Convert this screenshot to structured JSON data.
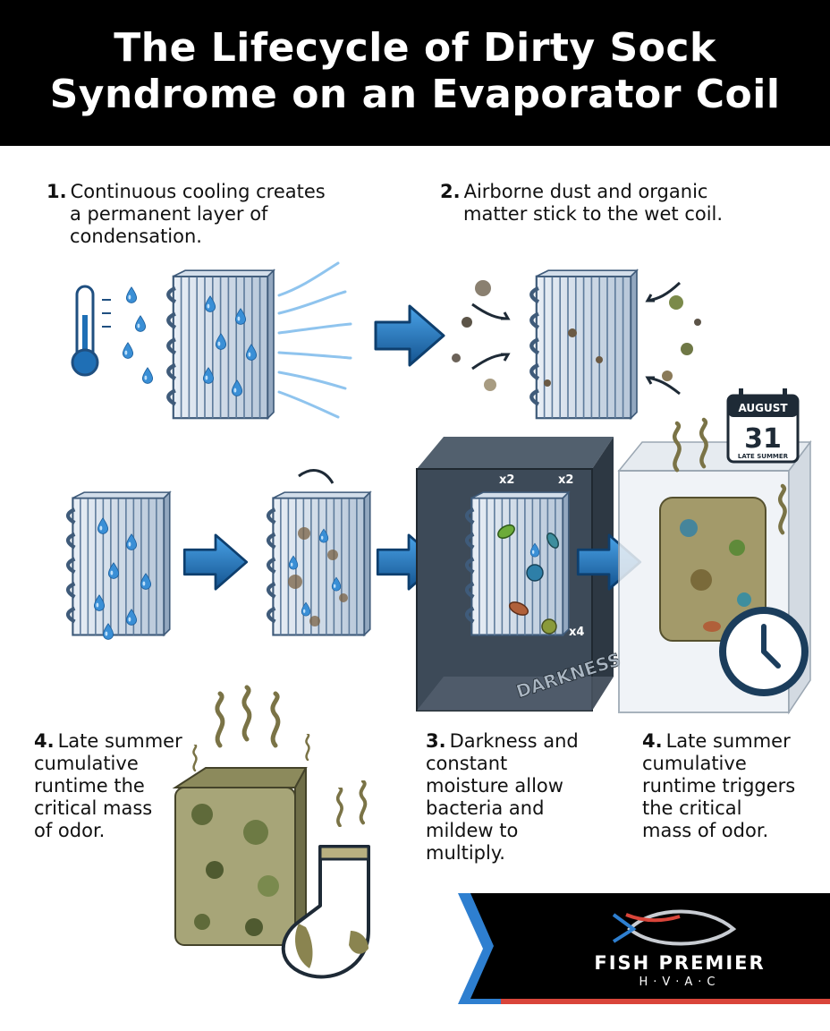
{
  "title": {
    "line1": "The Lifecycle of Dirty Sock",
    "line2": "Syndrome on an Evaporator Coil"
  },
  "steps": [
    {
      "number": "1.",
      "lines": [
        "Continuous cooling creates",
        "a permanent layer of",
        "condensation."
      ]
    },
    {
      "number": "2.",
      "lines": [
        "Airborne dust and organic",
        "matter stick to the wet coil."
      ]
    },
    {
      "number": "4.",
      "lines": [
        "Late summer",
        "cumulative",
        "runtime the",
        "critical mass",
        "of odor."
      ]
    },
    {
      "number": "3.",
      "lines": [
        "Darkness and",
        "constant",
        "moisture allow",
        "bacteria and",
        "mildew to",
        "multiply."
      ]
    },
    {
      "number": "4.",
      "lines": [
        "Late summer",
        "cumulative",
        "runtime triggers",
        "the critical",
        "mass of odor."
      ]
    }
  ],
  "calendar": {
    "month": "AUGUST",
    "day": "31",
    "caption": "LATE SUMMER"
  },
  "dark_box": {
    "label": "DARKNESS",
    "multipliers": [
      "x2",
      "x2",
      "x4"
    ]
  },
  "logo": {
    "name": "FISH PREMIER",
    "sub": "H·V·A·C"
  },
  "icons": [
    "thermometer-icon",
    "water-drop-icon",
    "arrow-right-icon",
    "calendar-icon",
    "clock-icon",
    "odor-wave-icon",
    "sock-icon",
    "bacteria-icon",
    "fish-logo-icon"
  ],
  "colors": {
    "banner": "#000000",
    "arrow_blue": "#1f6fb5",
    "coil_blue": "#c8d6e6",
    "drop_blue": "#3a8fd6",
    "grime": "#7a7346",
    "dark_box": "#3d4a58",
    "logo_red": "#d9453a",
    "logo_blue": "#2e7fd0"
  }
}
